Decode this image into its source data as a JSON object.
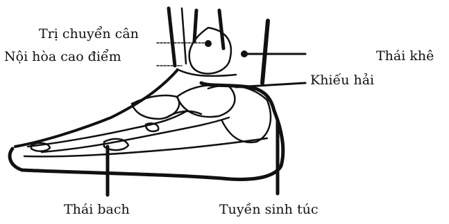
{
  "labels": {
    "tri_chuyen_can": "Trị chuyển cân",
    "noi_hoa_cao_diem": "Nội hòa cao điểm",
    "thai_khe": "Thái khê",
    "khieu_hai": "Khiếu hải",
    "thai_bach": "Thái bach",
    "tuyen_sinh_tuc": "Tuyền sinh túc"
  },
  "colors": {
    "ink": "#111111",
    "paper": "#ffffff"
  }
}
